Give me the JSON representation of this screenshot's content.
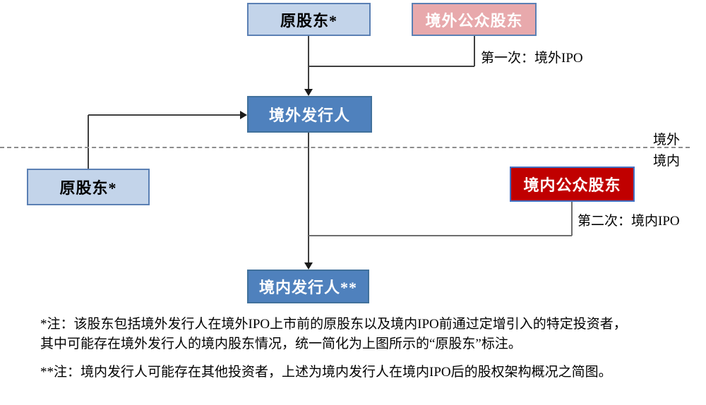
{
  "diagram": {
    "nodes": {
      "original_shareholder_top": {
        "label": "原股东*"
      },
      "offshore_public_shareholders": {
        "label": "境外公众股东"
      },
      "offshore_issuer": {
        "label": "境外发行人"
      },
      "original_shareholder_left": {
        "label": "原股东*"
      },
      "domestic_public_shareholders": {
        "label": "境内公众股东"
      },
      "domestic_issuer": {
        "label": "境内发行人**"
      }
    },
    "edges": {
      "first_ipo_label": "第一次：境外IPO",
      "second_ipo_label": "第二次：境内IPO"
    },
    "regions": {
      "offshore": "境外",
      "domestic": "境内"
    }
  },
  "notes": {
    "note1_line1": "*注：该股东包括境外发行人在境外IPO上市前的原股东以及境内IPO前通过定增引入的特定投资者，",
    "note1_line2": "其中可能存在境外发行人的境内股东情况，统一简化为上图所示的“原股东”标注。",
    "note2": "**注：境内发行人可能存在其他投资者，上述为境内发行人在境内IPO后的股权架构概况之简图。"
  },
  "colors": {
    "light_blue_fill": "#c3d4ea",
    "light_blue_border": "#5b80b4",
    "blue_fill": "#4f81bd",
    "blue_border": "#41719c",
    "pink_fill": "#e8a9ac",
    "pink_border": "#5b80b4",
    "red_fill": "#c00000",
    "red_border": "#4472c4",
    "connector_line": "#404040",
    "divider_line": "#8c8c8c"
  }
}
